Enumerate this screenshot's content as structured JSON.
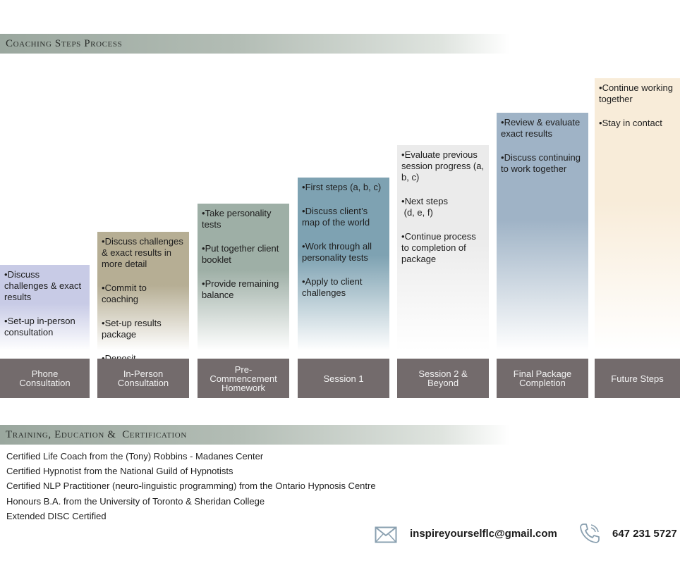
{
  "sections": {
    "coaching_title": "Coaching Steps Process",
    "training_title": "Training, Education &  Certification"
  },
  "steps": [
    {
      "label": "Phone\nConsultation",
      "bullets": [
        "Discuss challenges & exact results",
        "Set-up in-person consultation"
      ],
      "color": "#c8cbe6"
    },
    {
      "label": "In-Person\nConsultation",
      "bullets": [
        "Discuss challenges & exact results in more detail",
        "Commit to coaching",
        "Set-up results package",
        "Deposit"
      ],
      "color": "#b6ae94"
    },
    {
      "label": "Pre-\nCommencement\nHomework",
      "bullets": [
        "Take personality tests",
        "Put together client booklet",
        "Provide remaining balance"
      ],
      "color": "#9eafa6"
    },
    {
      "label": "Session 1",
      "bullets": [
        "First steps (a, b, c)",
        "Discuss client’s map of the world",
        "Work through all personality tests",
        "Apply to client challenges"
      ],
      "color": "#7ea2b2"
    },
    {
      "label": "Session 2 &\nBeyond",
      "bullets": [
        "Evaluate previous session progress (a, b, c)",
        "Next steps\n (d, e, f)",
        "Continue process to completion of package"
      ],
      "color": "#ebebeb"
    },
    {
      "label": "Final Package\nCompletion",
      "bullets": [
        "Review & evaluate exact results",
        "Discuss continuing to work together"
      ],
      "color": "#9fb3c6"
    },
    {
      "label": "Future Steps",
      "bullets": [
        "Continue working together",
        "Stay in contact"
      ],
      "color": "#f8ecd9"
    }
  ],
  "certifications": [
    "Certified Life Coach from the (Tony) Robbins - Madanes Center",
    "Certified Hypnotist from the National Guild of Hypnotists",
    "Certified NLP Practitioner (neuro-linguistic programming) from the Ontario Hypnosis Centre",
    "Honours B.A. from the University of Toronto & Sheridan College",
    "Extended DISC Certified"
  ],
  "contact": {
    "email": "inspireyourselflc@gmail.com",
    "email_icon": "envelope-icon",
    "phone": "647 231 5727",
    "phone_icon": "phone-icon"
  }
}
